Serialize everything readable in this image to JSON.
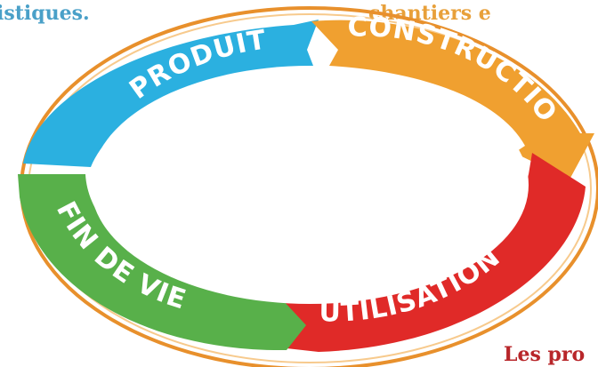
{
  "captions": {
    "top_left": "istiques.",
    "top_right": "chantiers e",
    "bottom_right": "Les pro"
  },
  "cycle": {
    "stages": [
      {
        "label": "PRODUIT",
        "color": "#2bb0e0"
      },
      {
        "label": "CONSTRUCTION",
        "color": "#f0a030"
      },
      {
        "label": "UTILISATION",
        "color": "#e02a28"
      },
      {
        "label": "FIN DE VIE",
        "color": "#58b04a"
      }
    ],
    "rim_color": "#e8902c"
  }
}
